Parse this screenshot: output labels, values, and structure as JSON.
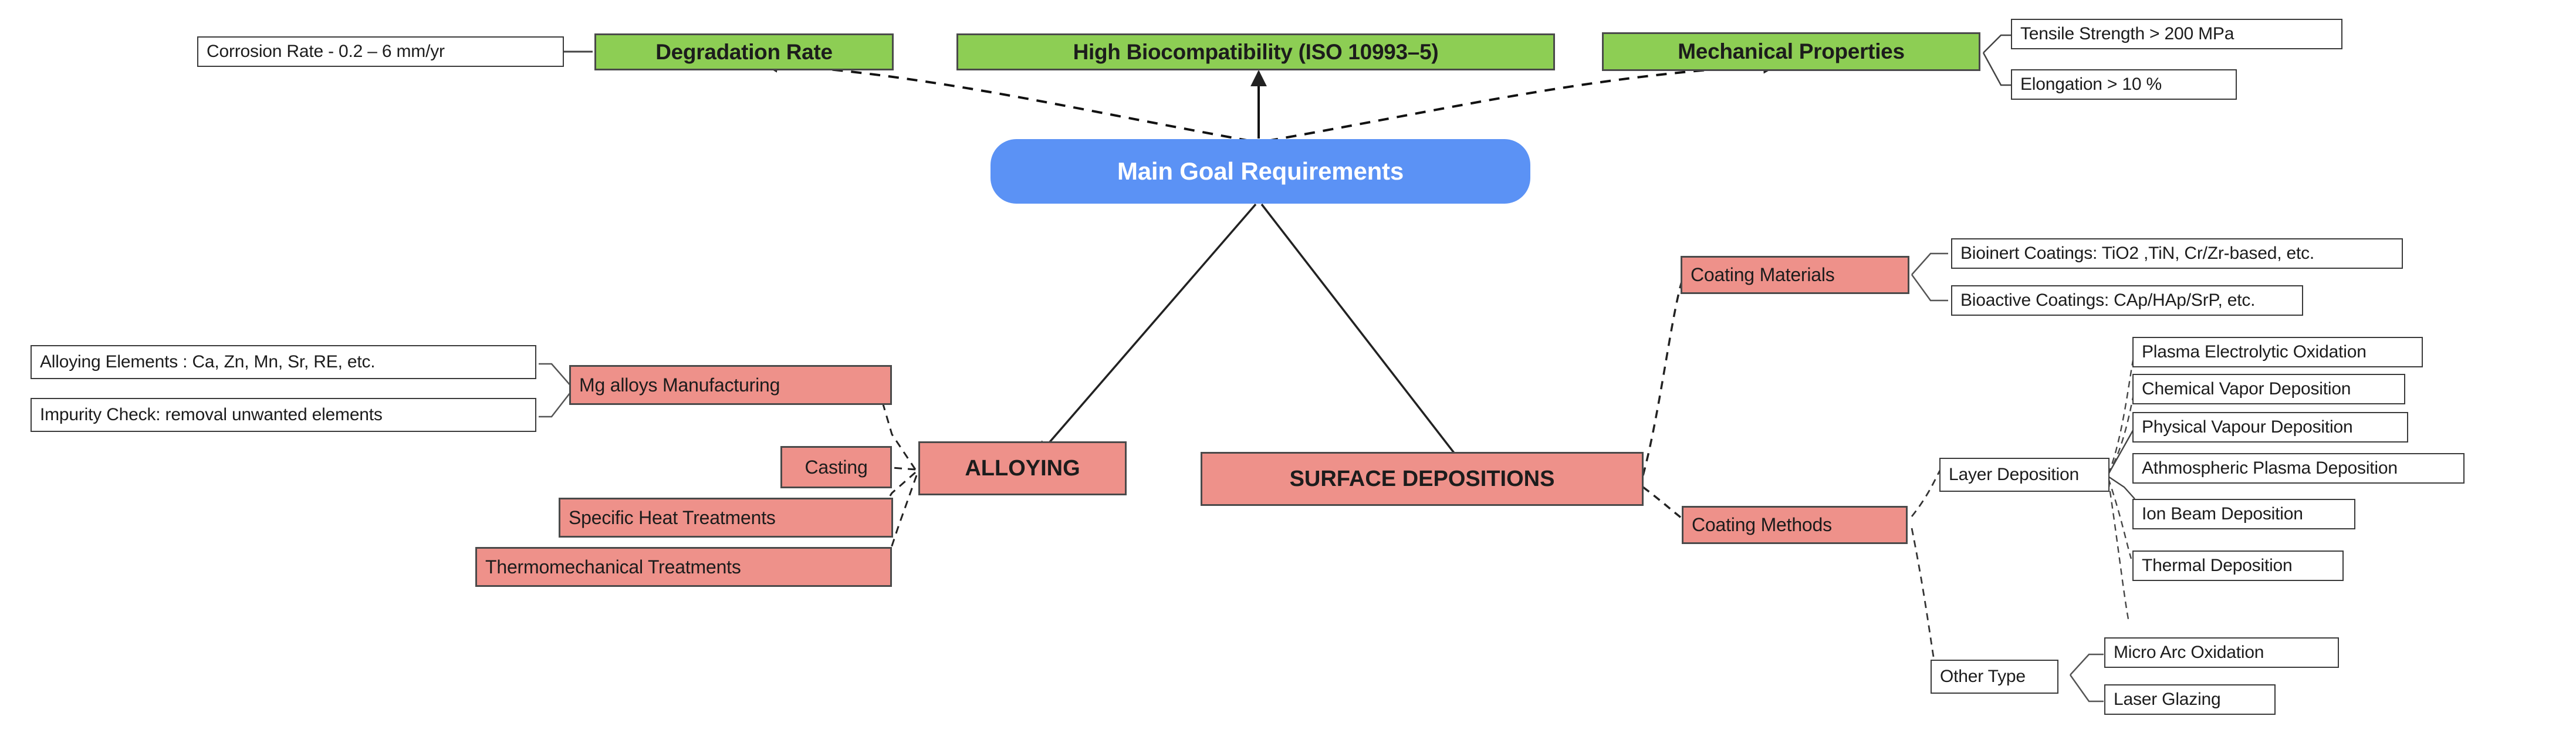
{
  "diagram": {
    "title": "Main Goal Requirements",
    "type": "mind-map",
    "colors": {
      "green": "#8DCE54",
      "salmon": "#EE918A",
      "blue": "#5B92F5",
      "box_border": "#4a4a4a",
      "plain_border": "#3a3a3a",
      "background": "#ffffff",
      "text": "#1c1c1c",
      "blue_text": "#ffffff"
    }
  },
  "root": {
    "label": "Main Goal Requirements"
  },
  "requirements": [
    {
      "label": "Degradation Rate",
      "details": [
        "Corrosion Rate - 0.2 – 6 mm/yr"
      ]
    },
    {
      "label": "High Biocompatibility (ISO 10993–5)",
      "details": []
    },
    {
      "label": "Mechanical Properties",
      "details": [
        "Tensile Strength > 200 MPa",
        "Elongation > 10 %"
      ]
    }
  ],
  "detail_boxes": {
    "corrosion_rate": "Corrosion Rate - 0.2 – 6 mm/yr",
    "tensile_strength": "Tensile Strength > 200 MPa",
    "elongation": "Elongation > 10 %"
  },
  "alloying": {
    "label": "ALLOYING",
    "children": [
      {
        "label": "Mg alloys Manufacturing",
        "details": [
          "Alloying Elements : Ca, Zn, Mn, Sr, RE, etc.",
          "Impurity Check: removal unwanted elements"
        ]
      },
      {
        "label": "Casting",
        "details": []
      },
      {
        "label": "Specific Heat Treatments",
        "details": []
      },
      {
        "label": "Thermomechanical Treatments",
        "details": []
      }
    ]
  },
  "alloying_details": {
    "alloying_elements": "Alloying Elements : Ca, Zn, Mn, Sr, RE, etc.",
    "impurity_check": "Impurity Check: removal unwanted elements",
    "mg_alloys_manufacturing": "Mg alloys Manufacturing",
    "casting": "Casting",
    "specific_heat_treatments": "Specific Heat Treatments",
    "thermomechanical_treatments": "Thermomechanical Treatments"
  },
  "surface_depositions": {
    "label": "SURFACE DEPOSITIONS",
    "coating_materials": {
      "label": "Coating Materials",
      "items": [
        "Bioinert Coatings: TiO2 ,TiN, Cr/Zr-based, etc.",
        "Bioactive Coatings: CAp/HAp/SrP, etc."
      ]
    },
    "coating_methods": {
      "label": "Coating Methods",
      "groups": [
        {
          "label": "Layer Deposition",
          "items": [
            "Plasma Electrolytic Oxidation",
            "Chemical Vapor Deposition",
            "Physical Vapour Deposition",
            "Athmospheric Plasma Deposition",
            "Ion Beam Deposition",
            "Thermal Deposition"
          ]
        },
        {
          "label": "Other Type",
          "items": [
            "Micro Arc Oxidation",
            "Laser Glazing"
          ]
        }
      ]
    }
  },
  "surface_labels": {
    "bioinert": "Bioinert Coatings: TiO2 ,TiN, Cr/Zr-based, etc.",
    "bioactive": "Bioactive Coatings: CAp/HAp/SrP, etc.",
    "layer_deposition": "Layer Deposition",
    "other_type": "Other Type",
    "peo": "Plasma Electrolytic Oxidation",
    "cvd": "Chemical Vapor Deposition",
    "pvd": "Physical Vapour Deposition",
    "apd": "Athmospheric Plasma Deposition",
    "ibd": "Ion Beam Deposition",
    "thermal": "Thermal Deposition",
    "mao": "Micro Arc Oxidation",
    "laser": "Laser Glazing"
  }
}
